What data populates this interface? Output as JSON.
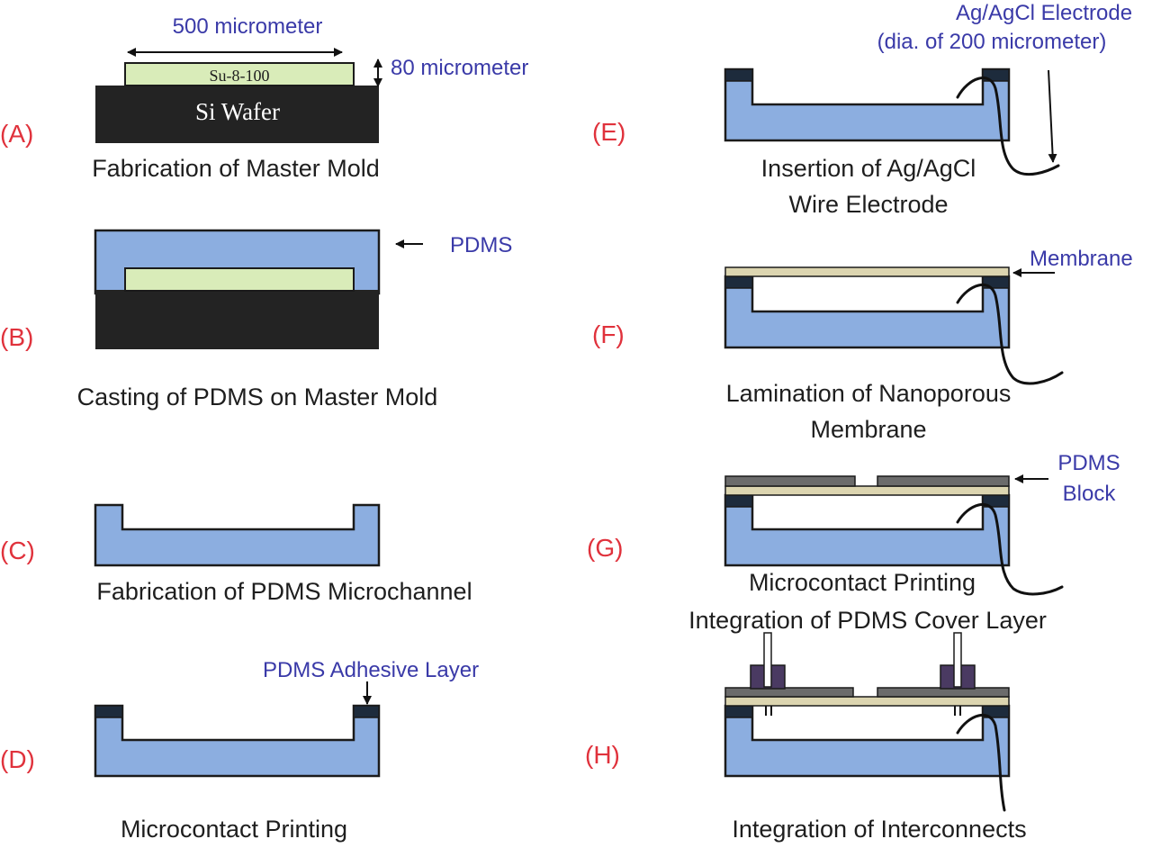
{
  "steps": {
    "A": {
      "letter": "(A)",
      "caption": "Fabrication of Master Mold",
      "dimension_width": "500 micrometer",
      "dimension_height": "80 micrometer",
      "su8_label": "Su-8-100",
      "wafer_label": "Si Wafer"
    },
    "B": {
      "letter": "(B)",
      "caption": "Casting of PDMS on Master Mold",
      "annotation": "PDMS"
    },
    "C": {
      "letter": "(C)",
      "caption": "Fabrication of PDMS Microchannel"
    },
    "D": {
      "letter": "(D)",
      "caption": "Microcontact Printing",
      "annotation": "PDMS Adhesive Layer"
    },
    "E": {
      "letter": "(E)",
      "caption_line1": "Insertion of Ag/AgCl",
      "caption_line2": "Wire Electrode",
      "annotation_line1": "Ag/AgCl Electrode",
      "annotation_line2": "(dia. of 200 micrometer)"
    },
    "F": {
      "letter": "(F)",
      "caption_line1": "Lamination of Nanoporous",
      "caption_line2": "Membrane",
      "annotation": "Membrane"
    },
    "G": {
      "letter": "(G)",
      "caption_line1": "Microcontact Printing",
      "caption_line2": "Integration of PDMS Cover Layer",
      "annotation_line1": "PDMS",
      "annotation_line2": "Block"
    },
    "H": {
      "letter": "(H)",
      "caption": "Integration of Interconnects"
    }
  },
  "colors": {
    "pdms": "#8caee0",
    "wafer": "#232323",
    "su8": "#d9ecb9",
    "adhesive": "#1d2b3c",
    "membrane": "#dcd5b0",
    "pdms_block": "#6b6b6b",
    "step_letter": "#e0323c",
    "annotation": "#3a3aa8"
  }
}
